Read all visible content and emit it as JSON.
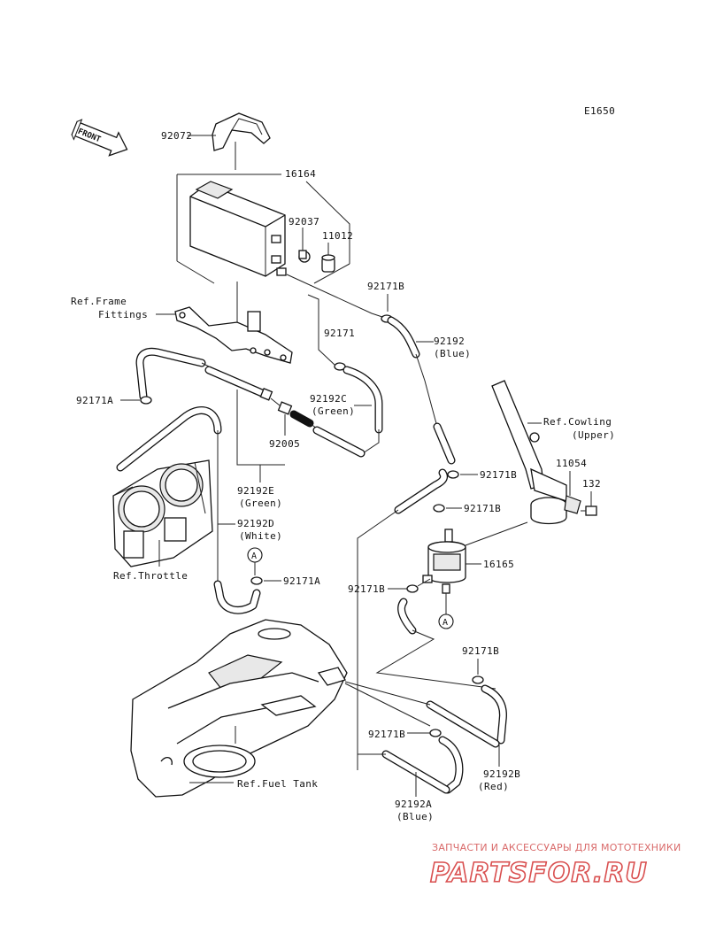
{
  "diagram_code": "E1650",
  "front_label": "FRONT",
  "circle_marker": "A",
  "watermark": {
    "tagline": "ЗАПЧАСТИ И АКСЕССУАРЫ ДЛЯ МОТОТЕХНИКИ",
    "brand": "PARTSFOR.RU"
  },
  "parts": {
    "p92072": "92072",
    "p16164": "16164",
    "p92037": "92037",
    "p11012": "11012",
    "p92171B_1": "92171B",
    "p92192": "92192",
    "p92192_color": "(Blue)",
    "p92171": "92171",
    "p92192C": "92192C",
    "p92192C_color": "(Green)",
    "p92171A_1": "92171A",
    "p92005": "92005",
    "p92192E": "92192E",
    "p92192E_color": "(Green)",
    "p92192D": "92192D",
    "p92192D_color": "(White)",
    "p92171A_2": "92171A",
    "p92171B_2": "92171B",
    "p92171B_3": "92171B",
    "p11054": "11054",
    "p132": "132",
    "p16165": "16165",
    "p92171B_4": "92171B",
    "p92171B_5": "92171B",
    "p92171B_6": "92171B",
    "p92192B": "92192B",
    "p92192B_color": "(Red)",
    "p92192A": "92192A",
    "p92192A_color": "(Blue)"
  },
  "refs": {
    "frame_1": "Ref.Frame",
    "frame_2": "Fittings",
    "cowling_1": "Ref.Cowling",
    "cowling_2": "(Upper)",
    "throttle": "Ref.Throttle",
    "fuel_tank": "Ref.Fuel Tank"
  }
}
